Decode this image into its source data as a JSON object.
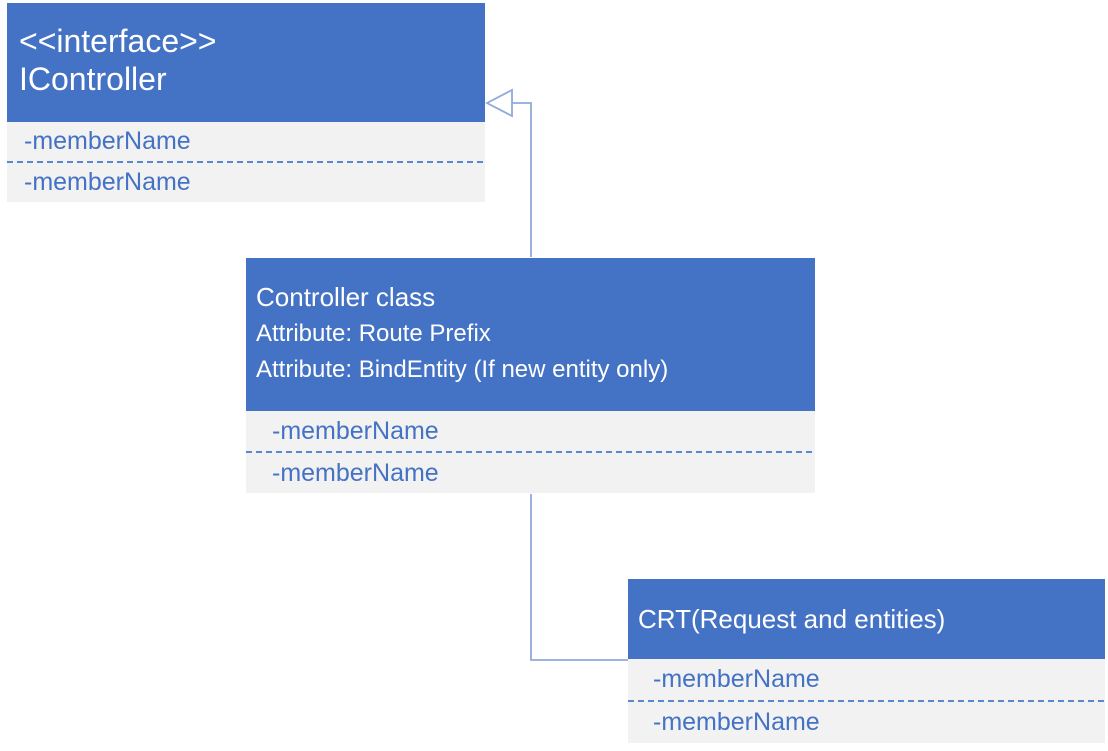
{
  "diagram": {
    "background": "#FFFFFF",
    "classes": [
      {
        "stereotype": "<<interface>>",
        "name": "IController",
        "attributes": [],
        "members": [
          "-memberName",
          "-memberName"
        ]
      },
      {
        "stereotype": "",
        "name": "Controller class",
        "attributes": [
          "Attribute: Route Prefix",
          "Attribute: BindEntity (If new entity only)"
        ],
        "members": [
          "-memberName",
          "-memberName"
        ]
      },
      {
        "stereotype": "",
        "name": "CRT(Request and entities)",
        "attributes": [],
        "members": [
          "-memberName",
          "-memberName"
        ]
      }
    ],
    "connectors": [
      {
        "type": "inheritance",
        "from": "Controller class",
        "to": "IController",
        "arrowhead": "hollow-triangle"
      },
      {
        "type": "association",
        "from": "Controller class",
        "to": "CRT(Request and entities)"
      }
    ],
    "colors": {
      "header_fill": "#4472C4",
      "header_text": "#FFFFFF",
      "body_fill": "#F2F2F2",
      "member_text": "#4472C4",
      "divider": "#5B87CE",
      "connector": "#8FAADC"
    }
  }
}
